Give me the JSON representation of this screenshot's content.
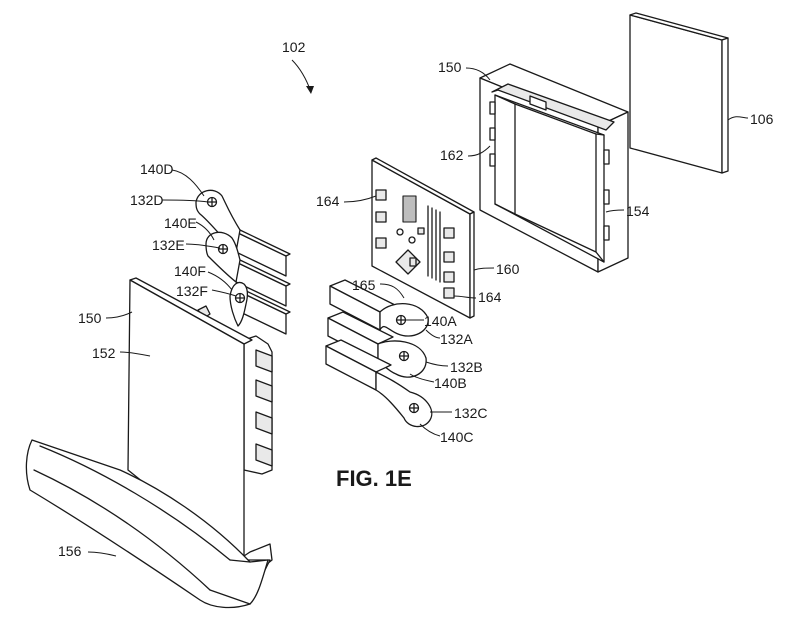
{
  "figure": {
    "title": "FIG. 1E"
  },
  "labels": {
    "l102": "102",
    "l150a": "150",
    "l150b": "150",
    "l106": "106",
    "l162": "162",
    "l154": "154",
    "l164a": "164",
    "l164b": "164",
    "l160": "160",
    "l165": "165",
    "l140A": "140A",
    "l132A": "132A",
    "l132B": "132B",
    "l140B": "140B",
    "l132C": "132C",
    "l140C": "140C",
    "l140D": "140D",
    "l132D": "132D",
    "l140E": "140E",
    "l132E": "132E",
    "l140F": "140F",
    "l132F": "132F",
    "l152": "152",
    "l156": "156"
  }
}
